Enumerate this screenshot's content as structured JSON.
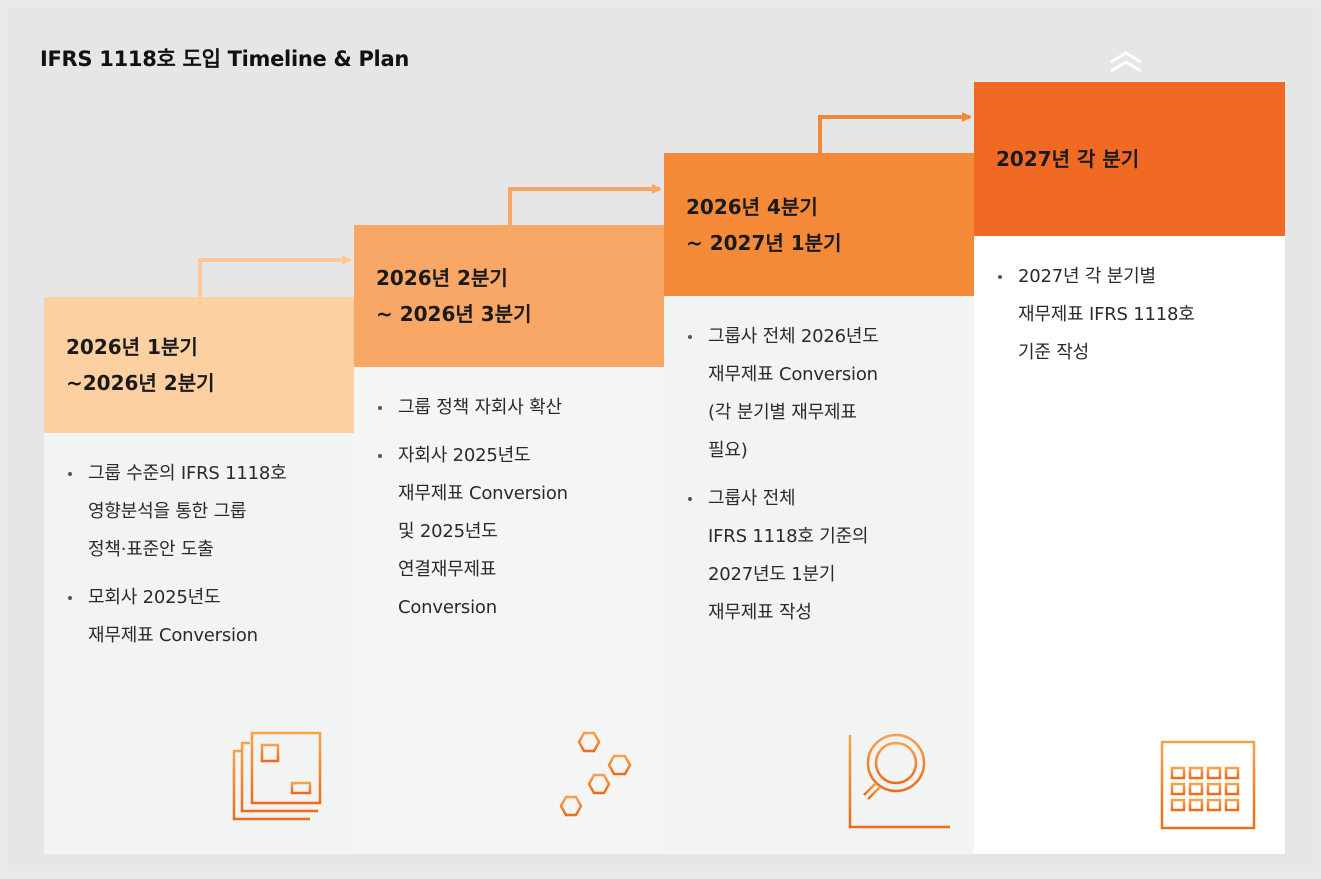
{
  "title": "IFRS 1118호 도입 Timeline & Plan",
  "colors": {
    "stage1_head": "#fdd0a2",
    "stage2_head": "#f8a767",
    "stage3_head": "#f48a38",
    "stage4_head": "#f06a24",
    "body_bg": "#f2f3f3",
    "icon_orange": "#f07b22"
  },
  "stages": [
    {
      "head_lines": [
        "2026년 1분기",
        "~2026년 2분기"
      ],
      "bullets": [
        [
          "그룹 수준의 IFRS 1118호",
          "영향분석을 통한 그룹",
          "정책·표준안 도출"
        ],
        [
          "모회사 2025년도",
          "재무제표 Conversion"
        ]
      ],
      "icon": "document-icon"
    },
    {
      "head_lines": [
        "2026년 2분기",
        "~ 2026년 3분기"
      ],
      "bullets": [
        [
          "그룹 정책 자회사 확산"
        ],
        [
          "자회사 2025년도",
          "재무제표 Conversion",
          "및 2025년도",
          "연결재무제표",
          "Conversion"
        ]
      ],
      "icon": "network-hexagon-icon"
    },
    {
      "head_lines": [
        "2026년 4분기",
        "~ 2027년 1분기"
      ],
      "bullets": [
        [
          "그룹사 전체 2026년도",
          "재무제표 Conversion",
          "(각 분기별 재무제표",
          "필요)"
        ],
        [
          "그룹사 전체",
          "IFRS 1118호 기준의",
          "2027년도 1분기",
          "재무제표 작성"
        ]
      ],
      "icon": "analysis-magnifier-icon"
    },
    {
      "head_lines": [
        "2027년 각 분기"
      ],
      "bullets": [
        [
          "2027년 각 분기별",
          "재무제표 IFRS 1118호",
          "기준 작성"
        ]
      ],
      "icon": "calendar-icon"
    }
  ]
}
